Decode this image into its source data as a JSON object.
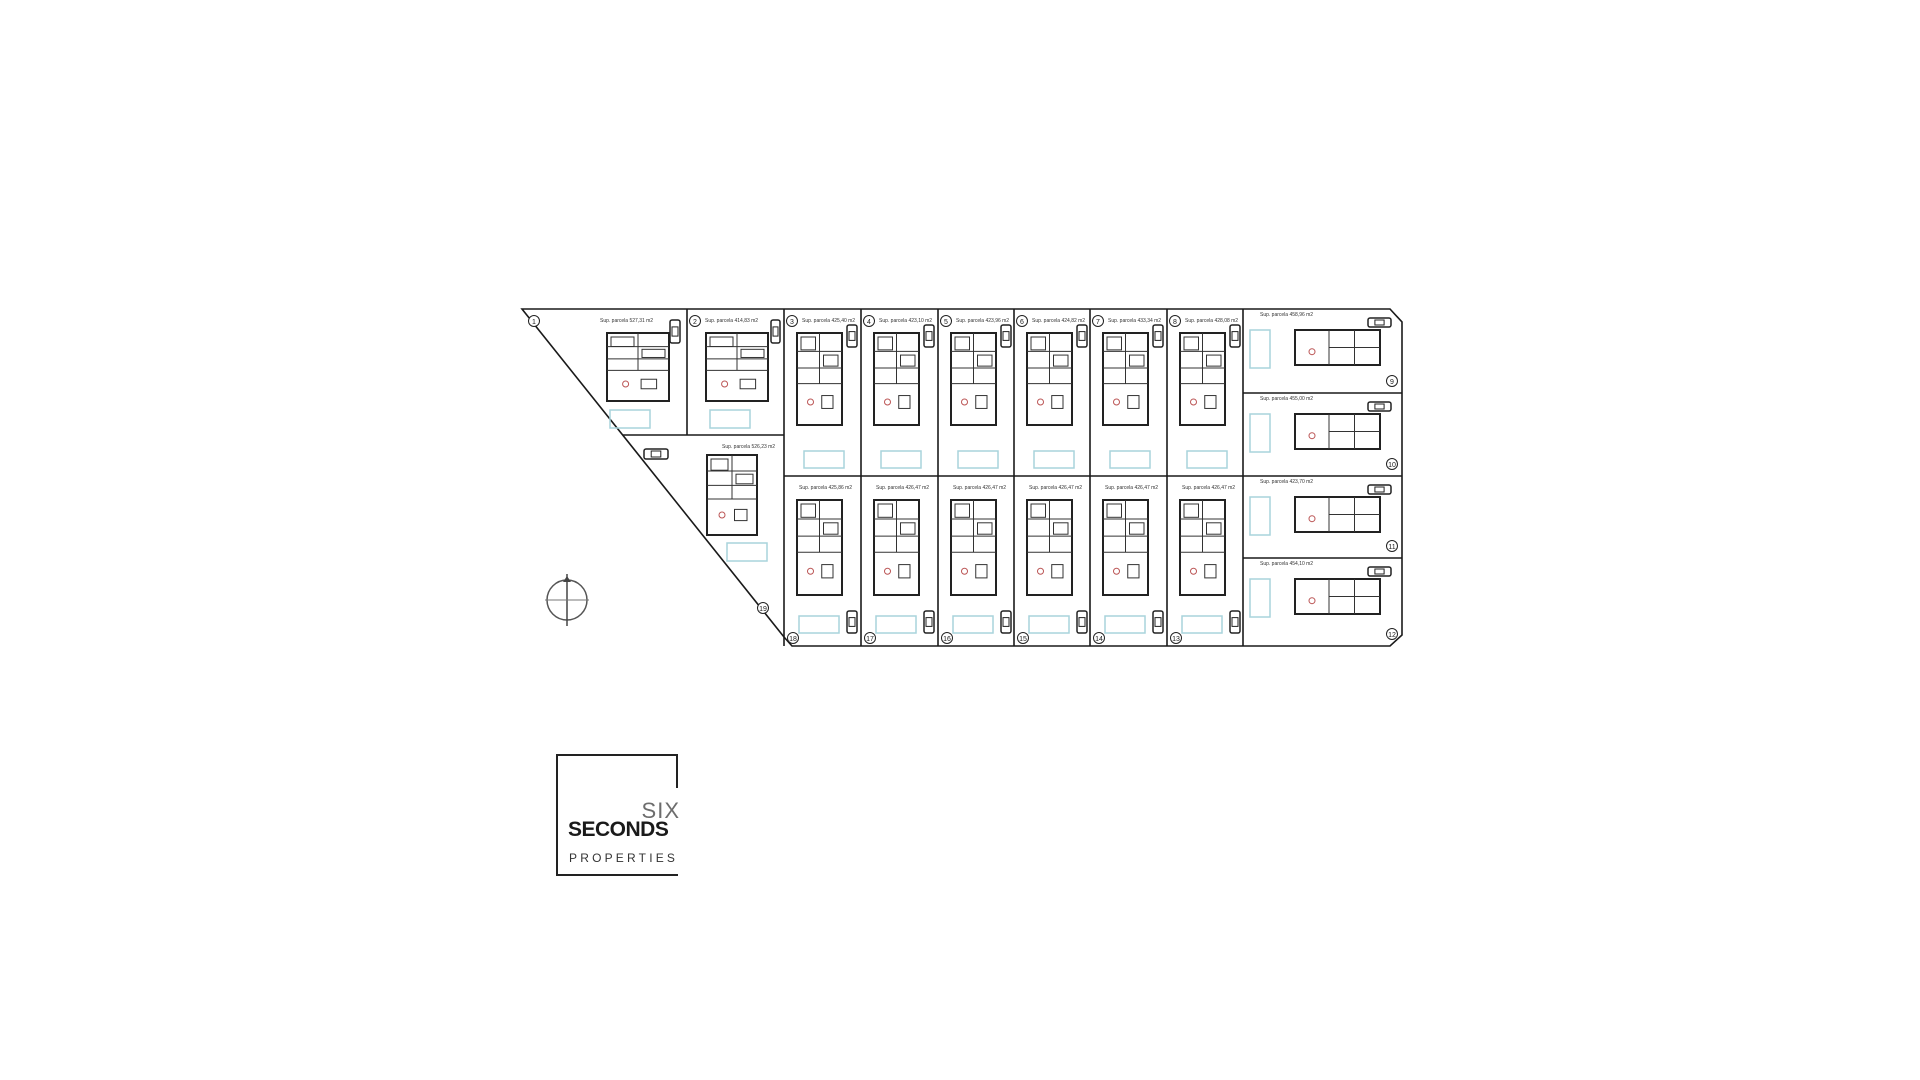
{
  "site_plan": {
    "area_prefix": "Sup. parcela",
    "area_unit": "m2",
    "plots": [
      {
        "number": "1",
        "area": "527,31"
      },
      {
        "number": "2",
        "area": "414,83"
      },
      {
        "number": "3",
        "area": "425,40"
      },
      {
        "number": "4",
        "area": "423,10"
      },
      {
        "number": "5",
        "area": "423,96"
      },
      {
        "number": "6",
        "area": "424,82"
      },
      {
        "number": "7",
        "area": "433,34"
      },
      {
        "number": "8",
        "area": "428,08"
      },
      {
        "number": "9",
        "area": "458,96"
      },
      {
        "number": "10",
        "area": "455,00"
      },
      {
        "number": "11",
        "area": "423,70"
      },
      {
        "number": "12",
        "area": "454,10"
      },
      {
        "number": "13",
        "area": "426,47"
      },
      {
        "number": "14",
        "area": "426,47"
      },
      {
        "number": "15",
        "area": "426,47"
      },
      {
        "number": "16",
        "area": "426,47"
      },
      {
        "number": "17",
        "area": "426,47"
      },
      {
        "number": "18",
        "area": "425,86"
      },
      {
        "number": "19",
        "area": "526,23"
      }
    ],
    "north_icon": "compass-north-icon",
    "colors": {
      "line": "#1a1a1a",
      "pool": "#a8d4dc",
      "background": "#ffffff"
    }
  },
  "logo": {
    "line1": "SIX",
    "line2": "SECONDS",
    "line3": "PROPERTIES"
  }
}
